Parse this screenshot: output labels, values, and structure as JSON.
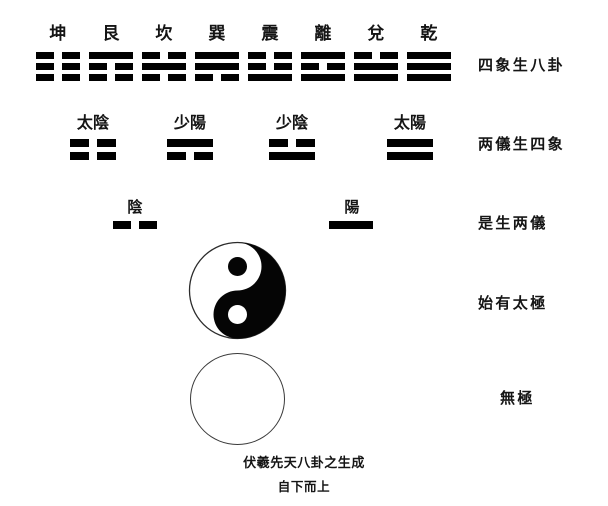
{
  "diagram": {
    "title_caption": "伏羲先天八卦之生成",
    "subtitle_caption": "自下而上",
    "colors": {
      "ink": "#000000",
      "background": "#ffffff",
      "outline": "#3a3a3a"
    }
  },
  "stage_labels": [
    {
      "id": "bagua",
      "text": "四象生八卦"
    },
    {
      "id": "sixiang",
      "text": "两儀生四象"
    },
    {
      "id": "liangyi",
      "text": "是生两儀"
    },
    {
      "id": "taiji",
      "text": "始有太極"
    },
    {
      "id": "wuji",
      "text": "無極"
    }
  ],
  "trigrams": [
    {
      "name": "坤",
      "pinyin": "kun",
      "lines": [
        "broken",
        "broken",
        "broken"
      ]
    },
    {
      "name": "艮",
      "pinyin": "gen",
      "lines": [
        "solid",
        "broken",
        "broken"
      ]
    },
    {
      "name": "坎",
      "pinyin": "kan",
      "lines": [
        "broken",
        "solid",
        "broken"
      ]
    },
    {
      "name": "巽",
      "pinyin": "xun",
      "lines": [
        "solid",
        "solid",
        "broken"
      ]
    },
    {
      "name": "震",
      "pinyin": "zhen",
      "lines": [
        "broken",
        "broken",
        "solid"
      ]
    },
    {
      "name": "離",
      "pinyin": "li",
      "lines": [
        "solid",
        "broken",
        "solid"
      ]
    },
    {
      "name": "兌",
      "pinyin": "dui",
      "lines": [
        "broken",
        "solid",
        "solid"
      ]
    },
    {
      "name": "乾",
      "pinyin": "qian",
      "lines": [
        "solid",
        "solid",
        "solid"
      ]
    }
  ],
  "digrams": [
    {
      "name": "太陰",
      "lines": [
        "broken",
        "broken"
      ]
    },
    {
      "name": "少陽",
      "lines": [
        "solid",
        "broken"
      ]
    },
    {
      "name": "少陰",
      "lines": [
        "broken",
        "solid"
      ]
    },
    {
      "name": "太陽",
      "lines": [
        "solid",
        "solid"
      ]
    }
  ],
  "polarities": [
    {
      "name": "陰",
      "lines": [
        "broken"
      ]
    },
    {
      "name": "陽",
      "lines": [
        "solid"
      ]
    }
  ],
  "taiji_symbol": {
    "label": "taiji-yinyang",
    "light_side": "left",
    "dark_side": "right",
    "dark_dot_position": "upper-light",
    "light_dot_position": "lower-dark"
  },
  "wuji_symbol": {
    "label": "empty-circle"
  }
}
